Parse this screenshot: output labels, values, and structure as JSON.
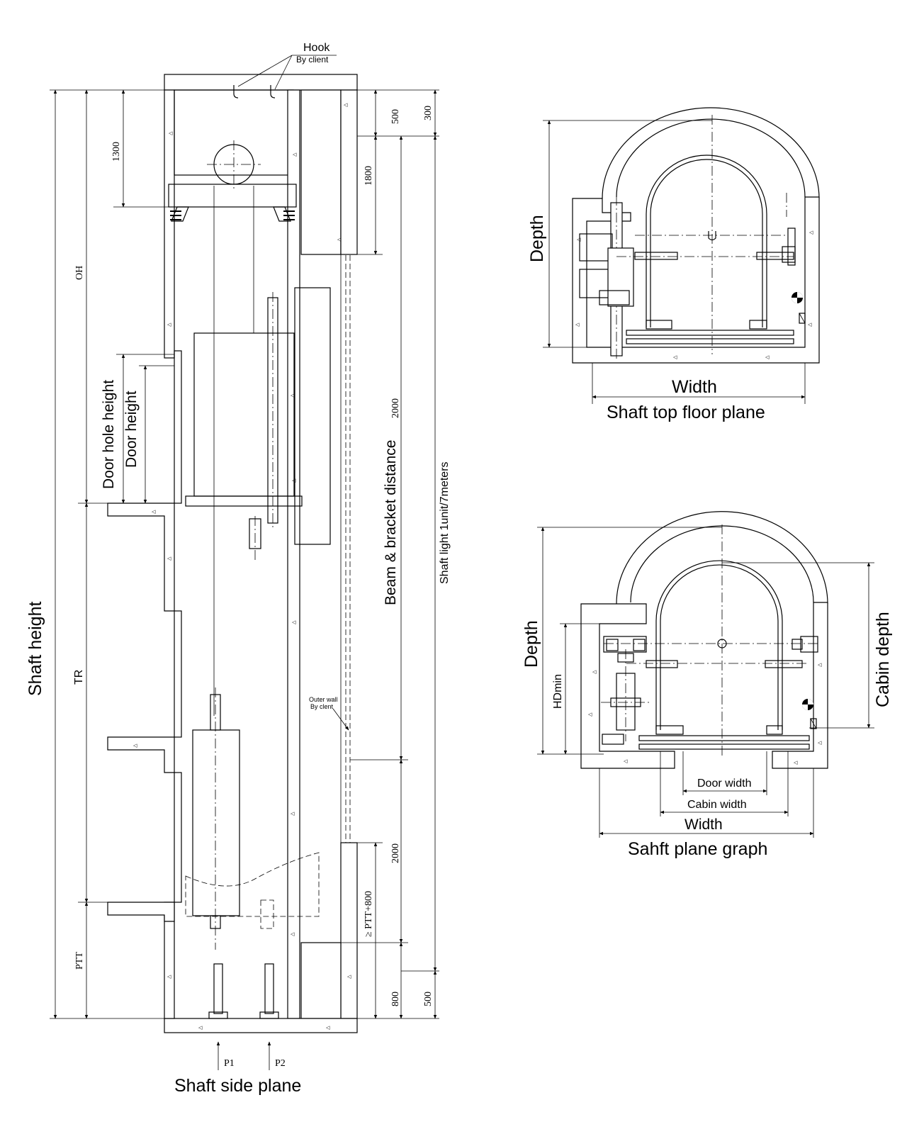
{
  "side_plane": {
    "title": "Shaft side plane",
    "hook_label": "Hook",
    "hook_sublabel": "By client",
    "shaft_height": "Shaft height",
    "oh": "OH",
    "tr": "TR",
    "ptt": "PTT",
    "dim_1300": "1300",
    "dim_500": "500",
    "dim_300": "300",
    "dim_1800": "1800",
    "dim_2000_top": "2000",
    "dim_2000_bottom": "2000",
    "dim_800": "800",
    "dim_500_bottom": "500",
    "ptt_800": "≥ PTT+800",
    "door_hole_height": "Door hole height",
    "door_height": "Door height",
    "beam_bracket": "Beam & bracket distance",
    "shaft_light": "Shaft light 1unit/7meters",
    "outer_wall": "Outer wall",
    "outer_wall_sub": "By clent",
    "p1": "P1",
    "p2": "P2"
  },
  "top_floor_plane": {
    "title": "Shaft top floor plane",
    "depth": "Depth",
    "width": "Width"
  },
  "shaft_plane_graph": {
    "title": "Sahft plane graph",
    "depth": "Depth",
    "hdmin": "HDmin",
    "cabin_depth": "Cabin depth",
    "door_width": "Door width",
    "cabin_width": "Cabin width",
    "width": "Width"
  }
}
